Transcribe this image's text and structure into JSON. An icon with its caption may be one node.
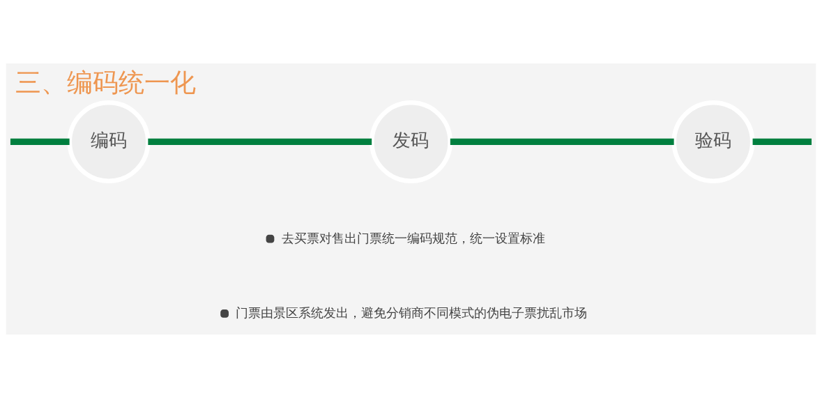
{
  "diagram": {
    "title": "三、编码统一化",
    "nodes": [
      {
        "text": [
          "编码"
        ]
      },
      {
        "text": [
          "发码"
        ]
      },
      {
        "text": [
          "验码"
        ]
      }
    ],
    "edges": [
      {
        "from": null,
        "to": 0,
        "arrow": "none"
      },
      {
        "from": 0,
        "to": 1,
        "arrow": "none"
      },
      {
        "from": 1,
        "to": 2,
        "arrow": "none"
      },
      {
        "from": 2,
        "to": null,
        "arrow": "none"
      }
    ],
    "labels": [
      "去买票对售出门票统一编码规范，统一设置标准",
      "门票由景区系统发出，避免分销商不同模式的伪电子票扰乱市场"
    ]
  }
}
